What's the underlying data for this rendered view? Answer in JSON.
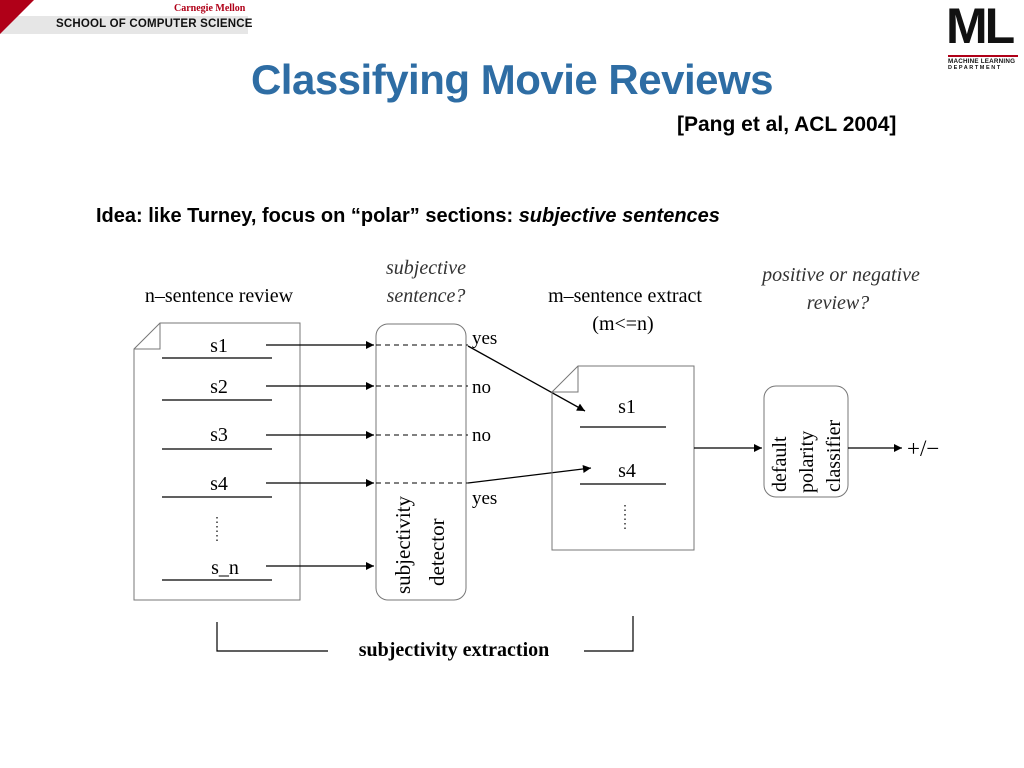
{
  "header": {
    "institution_name": "Carnegie Mellon",
    "school": "SCHOOL OF COMPUTER SCIENCE",
    "logo": {
      "letters": "ML",
      "line1": "MACHINE LEARNING",
      "line2": "DEPARTMENT"
    },
    "accent_color": "#b00018"
  },
  "slide": {
    "title": "Classifying Movie Reviews",
    "citation": "[Pang et al, ACL 2004]",
    "idea_prefix": "Idea: like Turney, focus on “polar” sections: ",
    "idea_emphasis": "subjective sentences",
    "title_color": "#2e6da4"
  },
  "diagram": {
    "n_review_label": "n–sentence review",
    "subjective_question": [
      "subjective",
      "sentence?"
    ],
    "m_extract_label": "m–sentence extract",
    "m_extract_sub": "(m<=n)",
    "polarity_question": [
      "positive or negative",
      "review?"
    ],
    "review_sentences": [
      "s1",
      "s2",
      "s3",
      "s4",
      "s_n"
    ],
    "decisions": [
      "yes",
      "no",
      "no",
      "yes"
    ],
    "detector_label": [
      "subjectivity",
      "detector"
    ],
    "extract_sentences": [
      "s1",
      "s4"
    ],
    "classifier_label": [
      "default",
      "polarity",
      "classifier"
    ],
    "output_label": "+/−",
    "bracket_label": "subjectivity extraction"
  }
}
